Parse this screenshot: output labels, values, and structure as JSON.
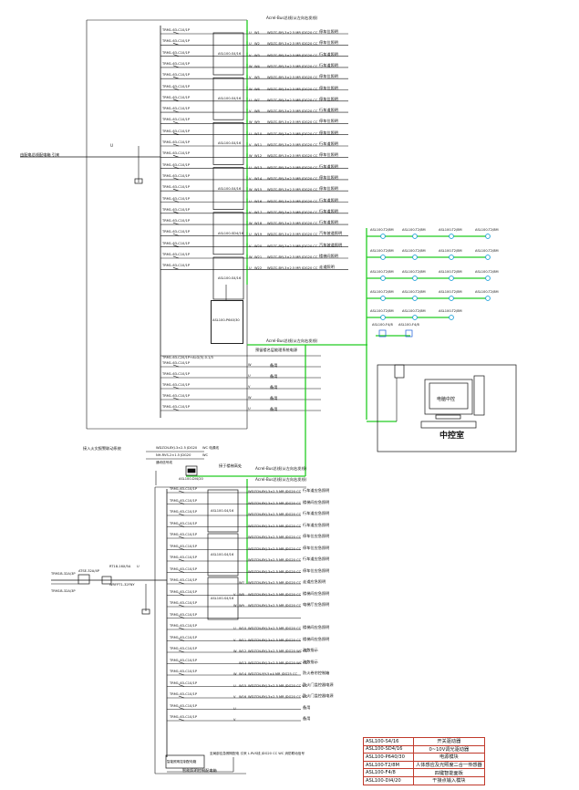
{
  "bus_titles": {
    "upper": "Acrel-Bus总线(从左向右发线)",
    "middle": "Acrel-Bus总线(从左向右发线)",
    "lower_a": "Acrel-Bus总线(从左向右发线)",
    "lower_b": "Acrel-Bus总线(从左向右发线)"
  },
  "upper_panel": {
    "incoming": "由配电总线配电箱 引来",
    "incoming_phase": "U",
    "breaker": "TRM1-63-C10/1P",
    "circuits": [
      {
        "phase": "U",
        "wn": "W1",
        "cable": "WDZC-BYJ-3×2.5 MR JDG20 CC",
        "use": "停车位照明"
      },
      {
        "phase": "U",
        "wn": "W2",
        "cable": "WDZC-BYJ-3×2.5 MR JDG20 CC",
        "use": "停车位照明"
      },
      {
        "phase": "V",
        "wn": "W3",
        "cable": "WDZC-BYJ-3×2.5 MR JDG20 CC",
        "use": "行车道照明"
      },
      {
        "phase": "W",
        "wn": "W4",
        "cable": "WDZC-BYJ-3×2.5 MR JDG20 CC",
        "use": "行车道照明"
      },
      {
        "phase": "V",
        "wn": "W5",
        "cable": "WDZC-BYJ-3×2.5 MR JDG20 CC",
        "use": "停车位照明"
      },
      {
        "phase": "W",
        "wn": "W6",
        "cable": "WDZC-BYJ-3×2.5 MR JDG20 CC",
        "use": "停车位照明"
      },
      {
        "phase": "U",
        "wn": "W7",
        "cable": "WDZC-BYJ-3×2.5 MR JDG20 CC",
        "use": "停车位照明"
      },
      {
        "phase": "V",
        "wn": "W8",
        "cable": "WDZC-BYJ-3×2.5 MR JDG20 CC",
        "use": "行车道照明"
      },
      {
        "phase": "W",
        "wn": "W9",
        "cable": "WDZC-BYJ-3×2.5 MR JDG20 CC",
        "use": "停车位照明"
      },
      {
        "phase": "U",
        "wn": "W10",
        "cable": "WDZC-BYJ-3×2.5 MR JDG20 CC",
        "use": "停车位照明"
      },
      {
        "phase": "V",
        "wn": "W11",
        "cable": "WDZC-BYJ-3×2.5 MR JDG20 CC",
        "use": "行车道照明"
      },
      {
        "phase": "W",
        "wn": "W12",
        "cable": "WDZC-BYJ-3×2.5 MR JDG20 CC",
        "use": "停车位照明"
      },
      {
        "phase": "U",
        "wn": "W13",
        "cable": "WDZC-BYJ-3×2.5 MR JDG20 CC",
        "use": "行车道照明"
      },
      {
        "phase": "V",
        "wn": "W14",
        "cable": "WDZC-BYJ-3×2.5 MR JDG20 CC",
        "use": "停车位照明"
      },
      {
        "phase": "W",
        "wn": "W15",
        "cable": "WDZC-BYJ-3×2.5 MR JDG20 CC",
        "use": "停车位照明"
      },
      {
        "phase": "U",
        "wn": "W16",
        "cable": "WDZC-BYJ-3×2.5 MR JDG20 CC",
        "use": "行车道照明"
      },
      {
        "phase": "V",
        "wn": "W17",
        "cable": "WDZC-BYJ-3×2.5 MR JDG20 CC",
        "use": "行车道照明"
      },
      {
        "phase": "W",
        "wn": "W18",
        "cable": "WDZC-BYJ-3×2.5 MR JDG20 CC",
        "use": "行车道照明"
      },
      {
        "phase": "U",
        "wn": "W19",
        "cable": "WDZC-BYJ-3×2.5 MR JDG20 CC",
        "use": "汽车坡道照明"
      },
      {
        "phase": "V",
        "wn": "W20",
        "cable": "WDZC-BYJ-3×2.5 MR JDG20 CC",
        "use": "汽车坡道照明"
      },
      {
        "phase": "W",
        "wn": "W21",
        "cable": "WDZC-BYJ-3×2.5 MR JDG20 CC",
        "use": "楼梯间照明"
      },
      {
        "phase": "U",
        "wn": "W22",
        "cable": "WDZC-BYJ-3×2.5 MR JDG20 CC",
        "use": "走道照明"
      }
    ],
    "modules": [
      "ASL100-S4/16",
      "ASL100-S4/16",
      "ASL100-S4/16",
      "ASL100-S4/16",
      "ASL100-SD4/16",
      "ASL100-S4/16"
    ],
    "power_module": "ASL100-P640/30",
    "spare_header_breaker": "TRM1-63-C20/1P+ALG(5)-0.1/3",
    "spare_header_label": "预留楼名层能理系统电源",
    "spares": [
      {
        "phase": "W",
        "use": "备用"
      },
      {
        "phase": "U",
        "use": "备用"
      },
      {
        "phase": "V",
        "use": "备用"
      },
      {
        "phase": "W",
        "use": "备用"
      },
      {
        "phase": "U",
        "use": "备用"
      }
    ]
  },
  "field_devices": {
    "rows": [
      [
        "ASL100-T2/8M",
        "ASL100-T2/8M",
        "ASL100-T2/8M",
        "ASL100-T2/8M"
      ],
      [
        "ASL100-T2/8M",
        "ASL100-T2/8M",
        "ASL100-T2/8M",
        "ASL100-T2/8M"
      ],
      [
        "ASL100-T2/8M",
        "ASL100-T2/8M",
        "ASL100-T2/8M",
        "ASL100-T2/8M"
      ],
      [
        "ASL100-T2/8M",
        "ASL100-T2/8M",
        "ASL100-T2/8M",
        "ASL100-T2/8M"
      ],
      [
        "ASL100-T2/8M",
        "ASL100-T2/8M",
        "ASL100-T2/8M"
      ]
    ],
    "panels": [
      "ASL100-F4/8",
      "ASL100-F4/8"
    ]
  },
  "control_room": {
    "screen": "电脑中控",
    "label": "中控室"
  },
  "fire_link": {
    "title": "接入火灾报警联动系统",
    "cable_a": "WDZCN-BYJ-3×2.5 JDG20",
    "cable_a_tail": "WC 电源线",
    "cable_b": "NH-RVS-2×1.5 JDG20",
    "cable_b_tail": "WC",
    "cable_c": "通讯信号线",
    "lamp_label": "接于楼梯高处",
    "di_module": "ASL100-DI4/20"
  },
  "lower_panel": {
    "incoming_a": "TRM1B-32A/3P",
    "incoming_b": "TRM1B-32A/3P",
    "contactor": "ATSE-32A/4P",
    "incoming_c": "RT18-16X/5A",
    "phase": "U",
    "meter": "WRFPT1-32FNY",
    "breaker": "TRM1-63-C10/1P",
    "circuits": [
      {
        "phase": "",
        "wn": "",
        "cable": "WDZCN-BYJ-3×2.5 MR JDG20 CC",
        "use": "行车道应急照明"
      },
      {
        "phase": "",
        "wn": "",
        "cable": "WDZCN-BYJ-3×2.5 MR JDG20 CC",
        "use": "楼梯间应急照明"
      },
      {
        "phase": "",
        "wn": "",
        "cable": "WDZCN-BYJ-3×2.5 MR JDG20 CC",
        "use": "行车道应急照明"
      },
      {
        "phase": "",
        "wn": "",
        "cable": "WDZCN-BYJ-3×2.5 MR JDG20 CC",
        "use": "行车道应急照明"
      },
      {
        "phase": "",
        "wn": "",
        "cable": "WDZCN-BYJ-3×2.5 MR JDG20 CC",
        "use": "停车位应急照明"
      },
      {
        "phase": "",
        "wn": "",
        "cable": "WDZCN-BYJ-3×2.5 MR JDG20 CC",
        "use": "停车位应急照明"
      },
      {
        "phase": "",
        "wn": "",
        "cable": "WDZCN-BYJ-3×2.5 MR JDG20 CC",
        "use": "行车道应急照明"
      },
      {
        "phase": "",
        "wn": "",
        "cable": "WDZCN-BYJ-3×2.5 MR JDG20 CC",
        "use": "停车位应急照明"
      },
      {
        "phase": "",
        "wn": "W7",
        "cable": "WDZCN-BYJ-3×2.5 MR JDG20 CC",
        "use": "走道应急照明"
      },
      {
        "phase": "V",
        "wn": "W8",
        "cable": "WDZCN-BYJ-3×2.5 MR JDG20 CC",
        "use": "楼梯间应急照明"
      },
      {
        "phase": "W",
        "wn": "W9",
        "cable": "WDZCN-BYJ-3×2.5 MR JDG20 CC",
        "use": "电梯厅应急照明"
      },
      {
        "phase": "",
        "wn": "",
        "cable": "",
        "use": ""
      },
      {
        "phase": "U",
        "wn": "W10",
        "cable": "WDZCN-BYJ-3×2.5 MR JDG20 CC",
        "use": "楼梯间应急照明"
      },
      {
        "phase": "V",
        "wn": "W11",
        "cable": "WDZCN-BYJ-3×2.5 MR JDG20 CC",
        "use": "楼梯间应急照明"
      },
      {
        "phase": "W",
        "wn": "W12",
        "cable": "WDZCN-BYJ-3×2.5 MR JDG20 WC CC",
        "use": "疏散指示"
      },
      {
        "phase": "",
        "wn": "W13",
        "cable": "WDZCN-BYJ-3×2.5 MR JDG20 WC CC",
        "use": "疏散指示"
      },
      {
        "phase": "W",
        "wn": "W14",
        "cable": "WDZCN-YJY-5×4 MR JDG25 CC",
        "use": "防火卷帘控制箱"
      },
      {
        "phase": "U",
        "wn": "W15",
        "cable": "WDZCN-BYJ-3×2.5 MR JDG20 CC WC",
        "use": "防火门监控器电源"
      },
      {
        "phase": "V",
        "wn": "W16",
        "cable": "WDZCN-BYJ-3×2.5 MR JDG20 CC WC",
        "use": "防火门监控器电源"
      },
      {
        "phase": "U",
        "wn": "",
        "cable": "",
        "use": "备用"
      },
      {
        "phase": "V",
        "wn": "",
        "cable": "",
        "use": "备用"
      },
      {
        "phase": "",
        "wn": "",
        "cable": "",
        "use": ""
      }
    ],
    "modules": [
      "ASL100-S4/16",
      "ASL100-S4/16",
      "ASL100-S4/16"
    ],
    "bottom_row": "至局部应急照明配电 引来   L.RVS线   JDG20  CC  WC   消防联动信号",
    "smart_box": "智能照明控制配电箱",
    "bottom_label": "智能照明控制配电箱"
  },
  "legend": [
    {
      "model": "ASL100-S4/16",
      "desc": "开关驱动器"
    },
    {
      "model": "ASL100-SD4/16",
      "desc": "0~10V调光驱动器"
    },
    {
      "model": "ASL100-P640/30",
      "desc": "电源模块"
    },
    {
      "model": "ASL100-T2/8M",
      "desc": "人体感应及光照度二合一传感器"
    },
    {
      "model": "ASL100-F4/8",
      "desc": "四键智能面板"
    },
    {
      "model": "ASL100-DI4/20",
      "desc": "干接点输入模块"
    }
  ],
  "colors": {
    "bus": "#22cc22",
    "ink": "#111111",
    "legend_border": "#c0392b"
  }
}
